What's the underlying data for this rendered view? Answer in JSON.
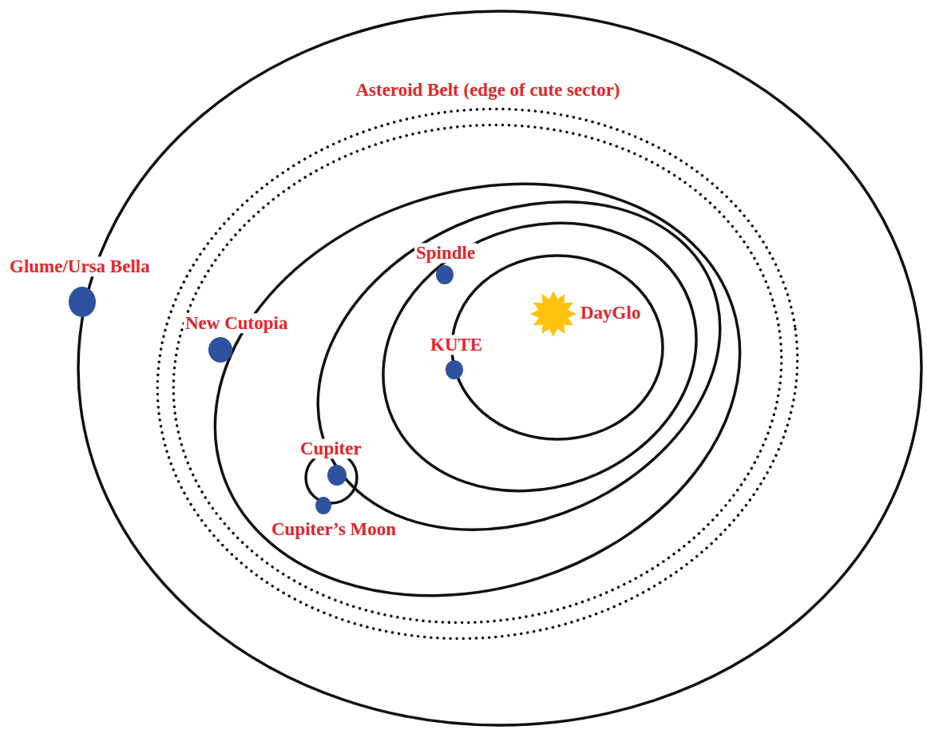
{
  "diagram": {
    "labels": [
      "Asteroid Belt (edge of cute sector)",
      "Glume/Ursa Bella",
      "New Cutopia",
      "Spindle",
      "DayGlo",
      "KUTE",
      "Cupiter",
      "Cupiter’s Moon"
    ]
  }
}
